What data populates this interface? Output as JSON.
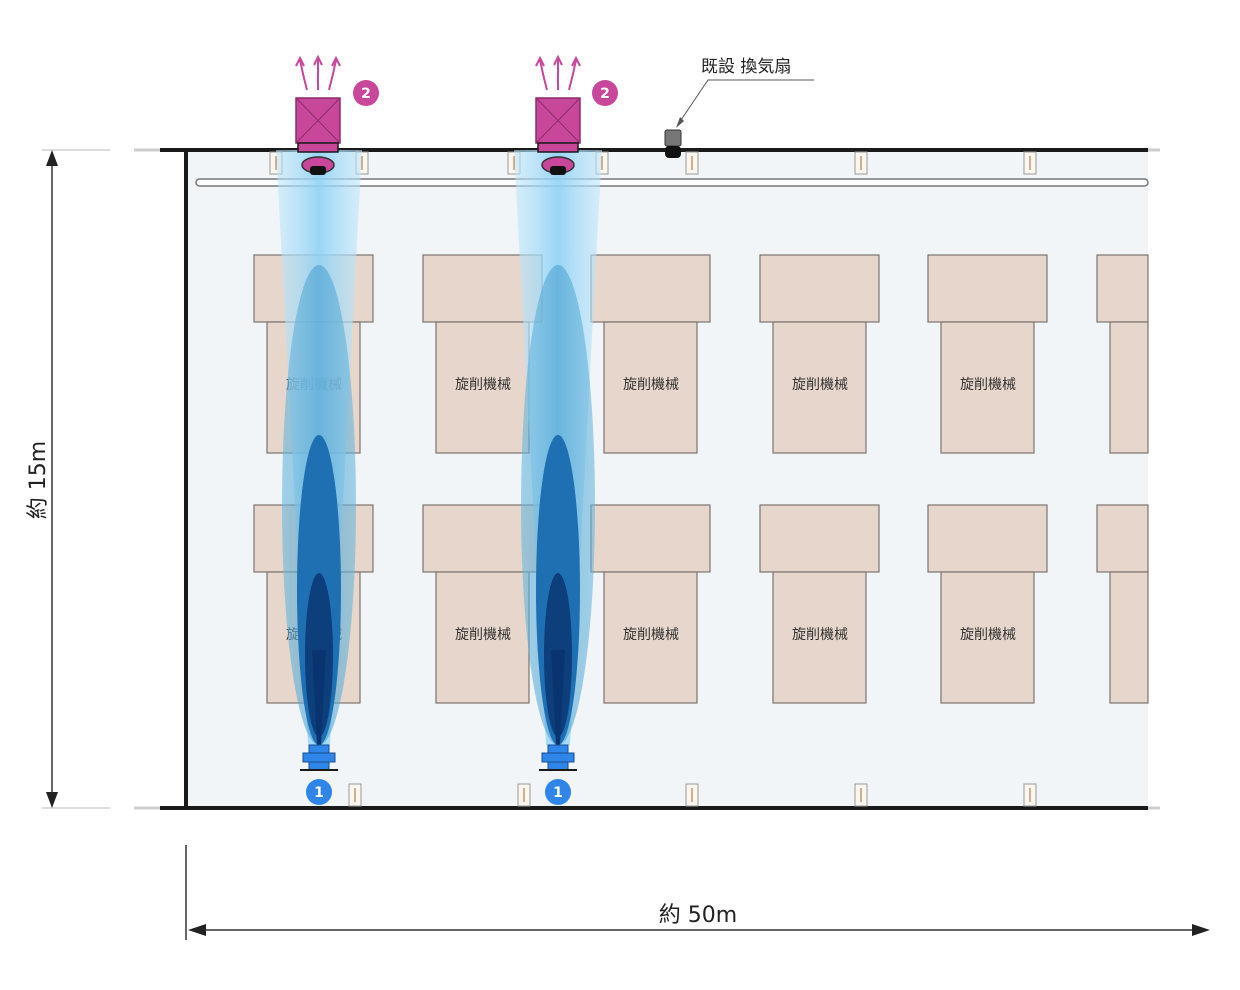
{
  "machine_label": "旋削機械",
  "existing_fan_label": "既設 換気扇",
  "dim_height": "約 15m",
  "dim_width": "約 50m",
  "markers": {
    "supply": "1",
    "exhaust": "2"
  },
  "colors": {
    "room_fill": "#f2f5f8",
    "machine_fill": "#e7d6cb",
    "machine_stroke": "#7c7470",
    "exhaust_fan": "#c9479a",
    "supply_marker": "#2f86e8",
    "wall": "#1a1a1a"
  },
  "icons": [
    "supply-fan-icon",
    "exhaust-fan-icon",
    "existing-fan-icon",
    "airflow-arrow-icon",
    "column-icon"
  ]
}
